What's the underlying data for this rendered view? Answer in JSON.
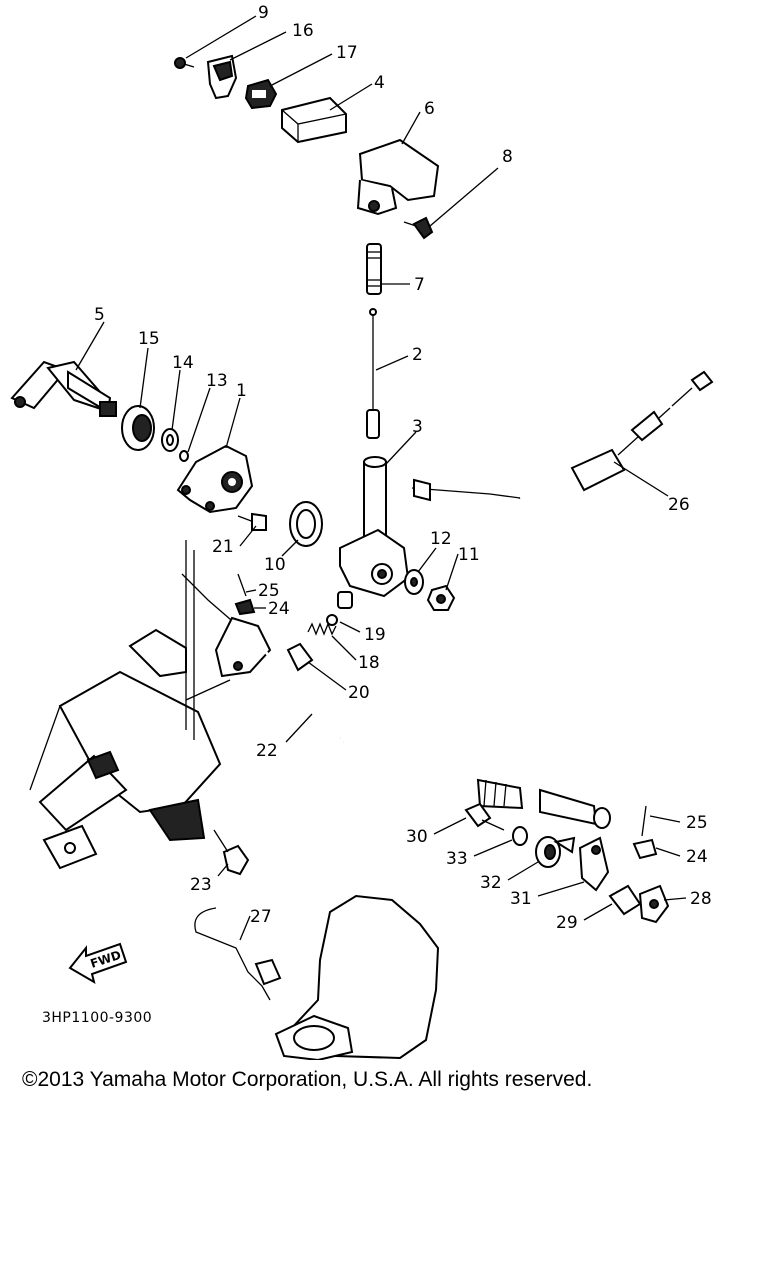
{
  "diagram": {
    "callouts": [
      "9",
      "16",
      "17",
      "4",
      "6",
      "8",
      "7",
      "2",
      "5",
      "15",
      "14",
      "13",
      "1",
      "3",
      "26",
      "21",
      "10",
      "12",
      "11",
      "25",
      "24",
      "19",
      "18",
      "20",
      "22",
      "30",
      "33",
      "32",
      "31",
      "25",
      "24",
      "28",
      "29",
      "23",
      "27"
    ],
    "drawing_code": "3HP1100-9300",
    "fwd_label": "FWD"
  },
  "footer": {
    "copyright": "©2013 Yamaha Motor Corporation, U.S.A. All rights reserved."
  }
}
